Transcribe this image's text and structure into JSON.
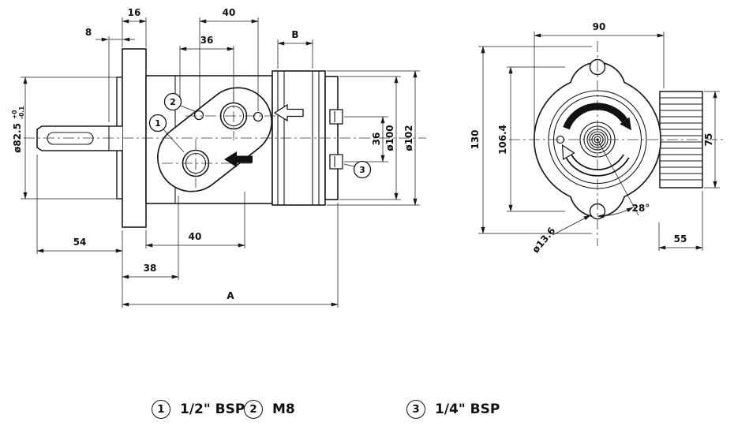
{
  "side_view": {
    "dims": {
      "top_16": "16",
      "top_8": "8",
      "top_40": "40",
      "top_36": "36",
      "width_b": "B",
      "shaft_dia": "ø82.5",
      "shaft_tol_up": "+0",
      "shaft_tol_dn": "-0.1",
      "right_36": "36",
      "dia_100": "ø100",
      "dia_102": "ø102",
      "bottom_54": "54",
      "bottom_40": "40",
      "bottom_38": "38",
      "length_a": "A"
    },
    "callouts": {
      "c1": "1",
      "c2": "2",
      "c3": "3"
    }
  },
  "front_view": {
    "dims": {
      "top_90": "90",
      "height_130": "130",
      "holes_106": "106.4",
      "right_75": "75",
      "angle_28": "28°",
      "hole_dia": "ø13.6",
      "bottom_55": "55"
    }
  },
  "legend": {
    "items": [
      {
        "num": "1",
        "label": "1/2\" BSP"
      },
      {
        "num": "2",
        "label": "M8"
      },
      {
        "num": "3",
        "label": "1/4\" BSP"
      }
    ]
  }
}
